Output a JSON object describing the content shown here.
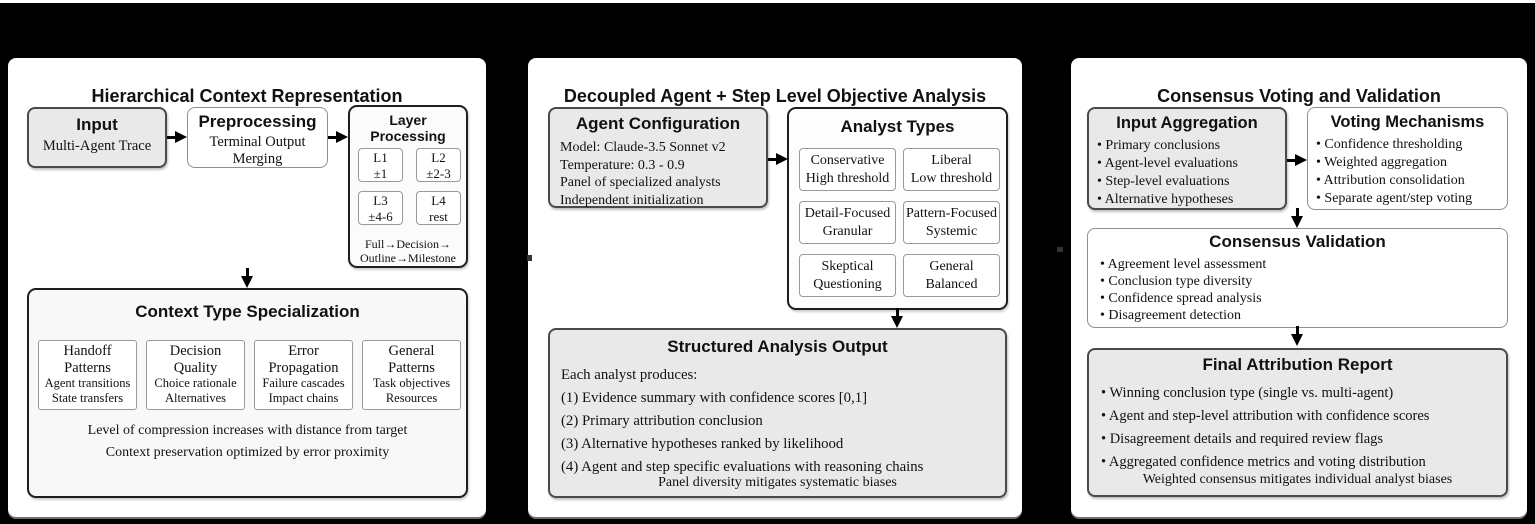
{
  "p1": {
    "title": "Hierarchical Context Representation",
    "input": {
      "title": "Input",
      "body": "Multi-Agent Trace"
    },
    "preprocessing": {
      "title": "Preprocessing",
      "body1": "Terminal Output",
      "body2": "Merging"
    },
    "layer": {
      "title1": "Layer",
      "title2": "Processing",
      "cells": [
        {
          "name": "L1",
          "range": "±1"
        },
        {
          "name": "L2",
          "range": "±2-3"
        },
        {
          "name": "L3",
          "range": "±4-6"
        },
        {
          "name": "L4",
          "range": "rest"
        }
      ],
      "footer1": "Full→Decision→",
      "footer2": "Outline→Milestone"
    },
    "context": {
      "title": "Context Type Specialization",
      "cards": [
        {
          "t1": "Handoff",
          "t2": "Patterns",
          "l1": "Agent transitions",
          "l2": "State transfers"
        },
        {
          "t1": "Decision",
          "t2": "Quality",
          "l1": "Choice rationale",
          "l2": "Alternatives"
        },
        {
          "t1": "Error",
          "t2": "Propagation",
          "l1": "Failure cascades",
          "l2": "Impact chains"
        },
        {
          "t1": "General",
          "t2": "Patterns",
          "l1": "Task objectives",
          "l2": "Resources"
        }
      ],
      "note1": "Level of compression increases with distance from target",
      "note2": "Context preservation optimized by error proximity"
    }
  },
  "p2": {
    "title": "Decoupled Agent + Step Level Objective Analysis",
    "agent_config": {
      "title": "Agent Configuration",
      "lines": [
        "Model: Claude-3.5 Sonnet v2",
        "Temperature: 0.3 - 0.9",
        "Panel of specialized analysts",
        "Independent initialization"
      ]
    },
    "analyst_types": {
      "title": "Analyst Types",
      "cells": [
        {
          "l1": "Conservative",
          "l2": "High threshold"
        },
        {
          "l1": "Liberal",
          "l2": "Low threshold"
        },
        {
          "l1": "Detail-Focused",
          "l2": "Granular"
        },
        {
          "l1": "Pattern-Focused",
          "l2": "Systemic"
        },
        {
          "l1": "Skeptical",
          "l2": "Questioning"
        },
        {
          "l1": "General",
          "l2": "Balanced"
        }
      ]
    },
    "structured_output": {
      "title": "Structured Analysis Output",
      "lines": [
        "Each analyst produces:",
        "(1) Evidence summary with confidence scores [0,1]",
        "(2) Primary attribution conclusion",
        "(3) Alternative hypotheses ranked by likelihood",
        "(4) Agent and step specific evaluations with reasoning chains"
      ],
      "footer": "Panel diversity mitigates systematic biases"
    }
  },
  "p3": {
    "title": "Consensus Voting and Validation",
    "input_aggregation": {
      "title": "Input Aggregation",
      "bullets": [
        "Primary conclusions",
        "Agent-level evaluations",
        "Step-level evaluations",
        "Alternative hypotheses"
      ]
    },
    "voting": {
      "title": "Voting Mechanisms",
      "bullets": [
        "Confidence thresholding",
        "Weighted aggregation",
        "Attribution consolidation",
        "Separate agent/step voting"
      ]
    },
    "consensus": {
      "title": "Consensus Validation",
      "bullets": [
        "Agreement level assessment",
        "Conclusion type diversity",
        "Confidence spread analysis",
        "Disagreement detection"
      ]
    },
    "final_report": {
      "title": "Final Attribution Report",
      "bullets": [
        "Winning conclusion type (single vs. multi-agent)",
        "Agent and step-level attribution with confidence scores",
        "Disagreement details and required review flags",
        "Aggregated confidence metrics and voting distribution"
      ],
      "footer": "Weighted consensus mitigates individual analyst biases"
    }
  }
}
